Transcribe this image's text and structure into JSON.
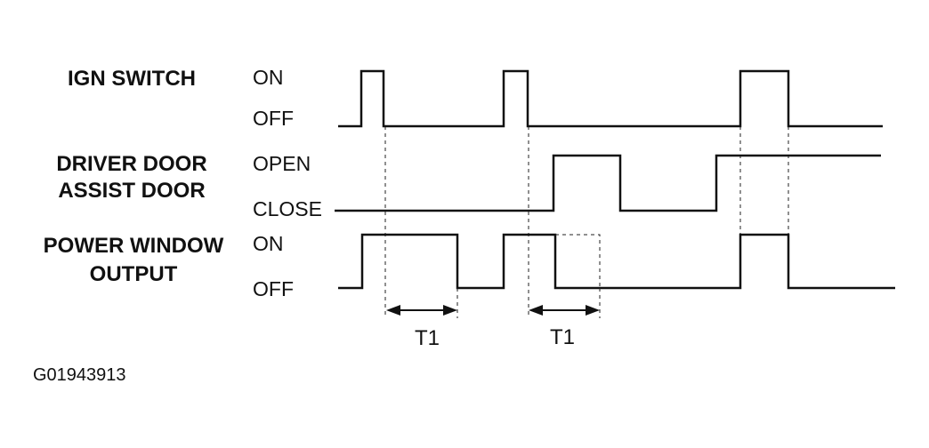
{
  "signals": {
    "ign": {
      "label_lines": [
        "IGN SWITCH"
      ],
      "high_state": "ON",
      "low_state": "OFF"
    },
    "door": {
      "label_lines": [
        "DRIVER DOOR",
        "ASSIST DOOR"
      ],
      "high_state": "OPEN",
      "low_state": "CLOSE"
    },
    "window": {
      "label_lines": [
        "POWER WINDOW",
        "OUTPUT"
      ],
      "high_state": "ON",
      "low_state": "OFF"
    }
  },
  "timing": {
    "interval_1": "T1",
    "interval_2": "T1"
  },
  "figure_id": "G01943913"
}
